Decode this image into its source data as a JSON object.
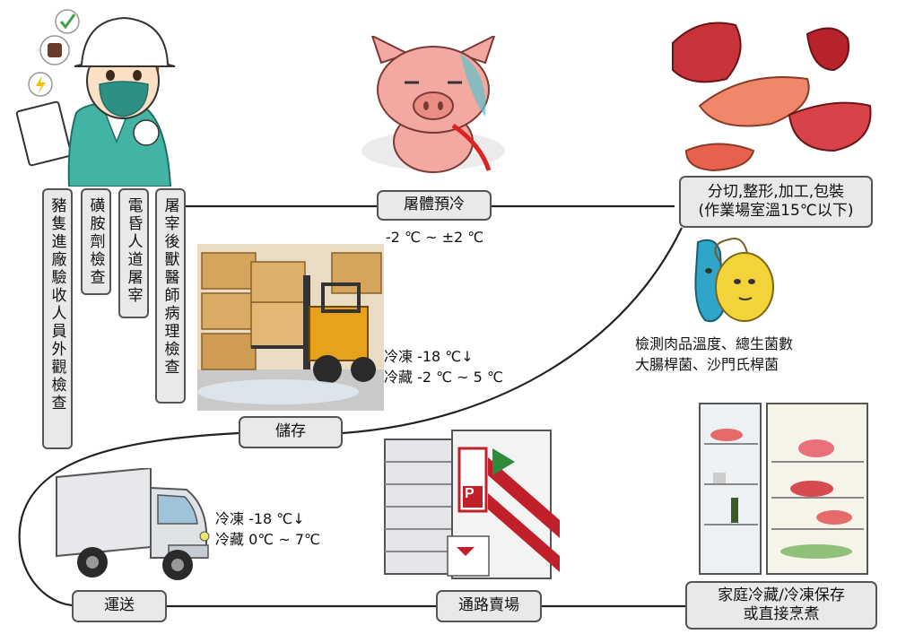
{
  "inspection": {
    "steps": [
      "豬隻進廠驗收人員外觀檢查",
      "磺胺劑檢查",
      "電昏人道屠宰",
      "屠宰後獸醫師病理檢查"
    ]
  },
  "precool": {
    "label": "屠體預冷",
    "temp": "-2 ℃ ~ ±2 ℃"
  },
  "cutting": {
    "line1": "分切,整形,加工,包裝",
    "line2": "(作業場室溫15℃以下)"
  },
  "testing": {
    "line1": "檢測肉品溫度、總生菌數",
    "line2": "大腸桿菌、沙門氏桿菌"
  },
  "storage": {
    "label": "儲存",
    "freeze": "冷凍 -18 ℃↓",
    "chill": "冷藏 -2 ℃ ~ 5 ℃"
  },
  "transport": {
    "label": "運送",
    "freeze": "冷凍 -18 ℃↓",
    "chill": "冷藏 0℃ ~ 7℃"
  },
  "retail": {
    "label": "通路賣場",
    "sign_letter": "P"
  },
  "home": {
    "line1": "家庭冷藏/冷凍保存",
    "line2": "或直接烹煮"
  },
  "colors": {
    "box_fill": "#e9e9e9",
    "box_border": "#555555",
    "line": "#222222"
  }
}
